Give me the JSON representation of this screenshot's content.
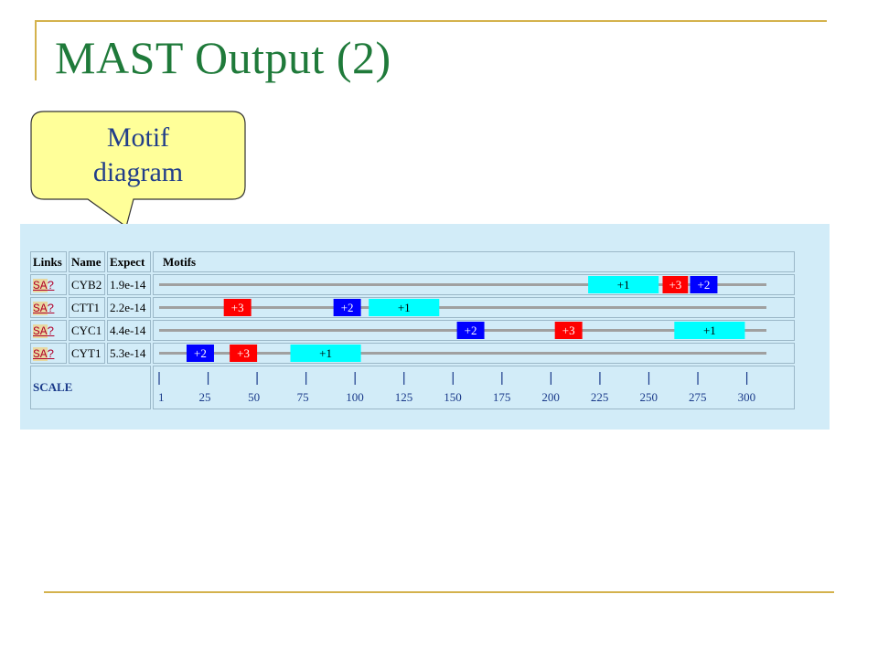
{
  "slide": {
    "title": "MAST Output (2)",
    "callout_lines": [
      "Motif",
      "diagram"
    ]
  },
  "table": {
    "headers": {
      "links": "Links",
      "name": "Name",
      "expect": "Expect",
      "motifs": "Motifs"
    },
    "link_labels": {
      "sa": "SA",
      "help": "?"
    },
    "sequence_length": 310,
    "rows": [
      {
        "name": "CYB2",
        "expect": "1.9e-14",
        "motifs": [
          {
            "label": "+1",
            "start": 219,
            "end": 255,
            "type": "motif1"
          },
          {
            "label": "+3",
            "start": 257,
            "end": 270,
            "type": "motif3"
          },
          {
            "label": "+2",
            "start": 271,
            "end": 285,
            "type": "motif2"
          }
        ]
      },
      {
        "name": "CTT1",
        "expect": "2.2e-14",
        "motifs": [
          {
            "label": "+3",
            "start": 33,
            "end": 47,
            "type": "motif3"
          },
          {
            "label": "+2",
            "start": 89,
            "end": 103,
            "type": "motif2"
          },
          {
            "label": "+1",
            "start": 107,
            "end": 143,
            "type": "motif1"
          }
        ]
      },
      {
        "name": "CYC1",
        "expect": "4.4e-14",
        "motifs": [
          {
            "label": "+2",
            "start": 152,
            "end": 166,
            "type": "motif2"
          },
          {
            "label": "+3",
            "start": 202,
            "end": 216,
            "type": "motif3"
          },
          {
            "label": "+1",
            "start": 263,
            "end": 299,
            "type": "motif1"
          }
        ]
      },
      {
        "name": "CYT1",
        "expect": "5.3e-14",
        "motifs": [
          {
            "label": "+2",
            "start": 14,
            "end": 28,
            "type": "motif2"
          },
          {
            "label": "+3",
            "start": 36,
            "end": 50,
            "type": "motif3"
          },
          {
            "label": "+1",
            "start": 67,
            "end": 103,
            "type": "motif1"
          }
        ]
      }
    ],
    "scale": {
      "label": "SCALE",
      "ticks": [
        1,
        25,
        50,
        75,
        100,
        125,
        150,
        175,
        200,
        225,
        250,
        275,
        300
      ]
    }
  },
  "colors": {
    "motif1": "#00ffff",
    "motif2": "#0000ff",
    "motif3": "#ff0000",
    "line": "#a0a0a0",
    "motif1_text": "#000000",
    "motif2_text": "#ffffff",
    "motif3_text": "#ffffff"
  }
}
